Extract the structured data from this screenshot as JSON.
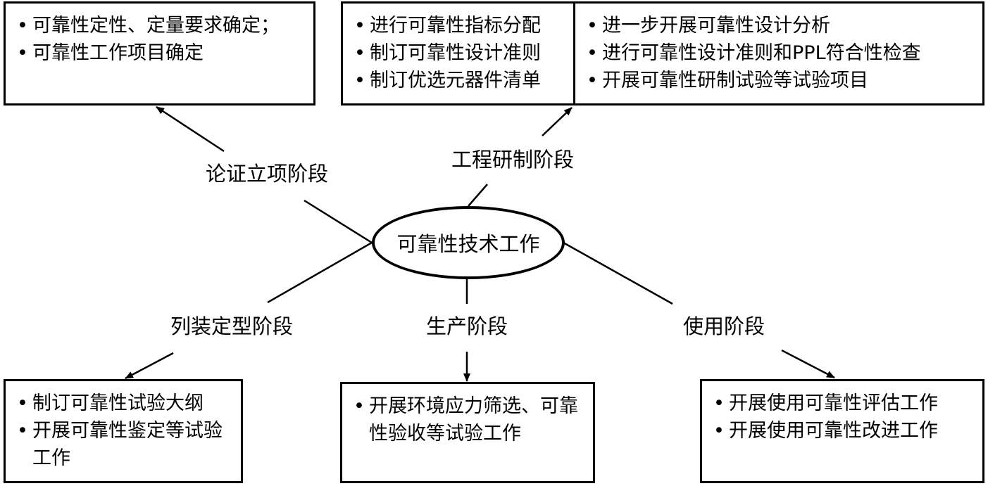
{
  "center": {
    "label": "可靠性技术工作"
  },
  "phases": {
    "demonstration": "论证立项阶段",
    "engineering": "工程研制阶段",
    "finalization": "列装定型阶段",
    "production": "生产阶段",
    "usage": "使用阶段"
  },
  "boxes": {
    "demonstration": [
      "可靠性定性、定量要求确定；",
      "可靠性工作项目确定"
    ],
    "engineering_left": [
      "进行可靠性指标分配",
      "制订可靠性设计准则",
      "制订优选元器件清单"
    ],
    "engineering_right": [
      "进一步开展可靠性设计分析",
      "进行可靠性设计准则和PPL符合性检查",
      "开展可靠性研制试验等试验项目"
    ],
    "finalization": [
      "制订可靠性试验大纲",
      "开展可靠性鉴定等试验工作"
    ],
    "production": [
      "开展环境应力筛选、可靠性验收等试验工作"
    ],
    "usage": [
      "开展使用可靠性评估工作",
      "开展使用可靠性改进工作"
    ]
  }
}
